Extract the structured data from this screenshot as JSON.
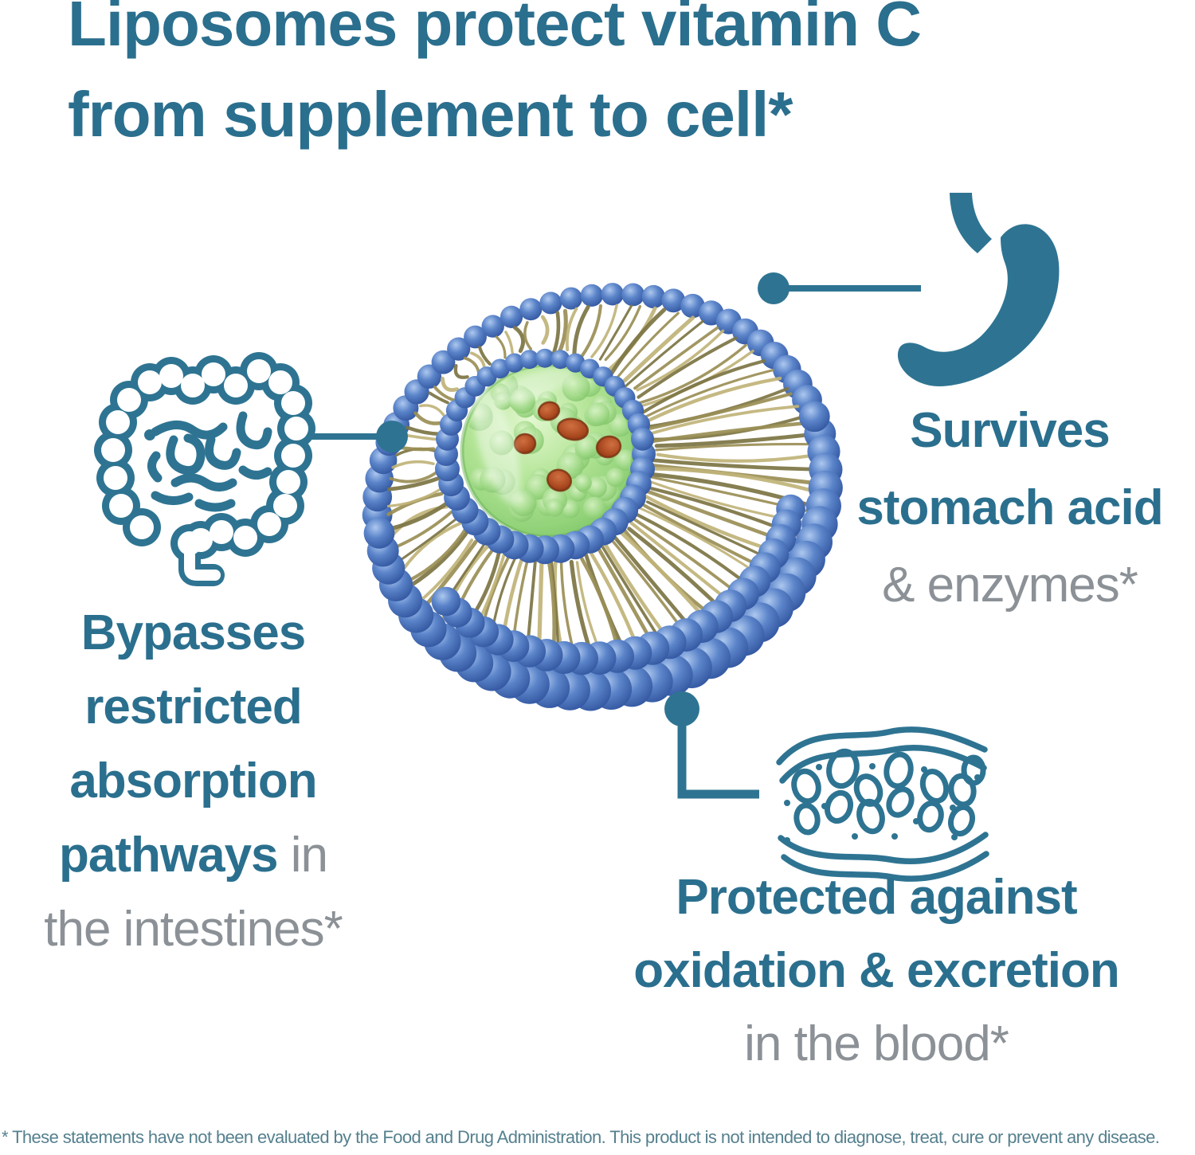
{
  "title": {
    "line1": "Liposomes protect vitamin C",
    "line2": "from supplement to cell*"
  },
  "callouts": {
    "stomach": {
      "icon": "stomach-icon",
      "heading_line1": "Survives",
      "heading_line2": "stomach acid",
      "subtext": "& enzymes*"
    },
    "intestines": {
      "icon": "intestines-icon",
      "heading_line1": "Bypasses",
      "heading_line2": "restricted",
      "heading_line3": "absorption",
      "heading_line4_bold": "pathways",
      "heading_line4_gray": " in",
      "subtext": "the intestines*"
    },
    "blood": {
      "icon": "blood-vessel-icon",
      "heading_line1": "Protected against",
      "heading_line2": "oxidation & excretion",
      "subtext": "in the blood*"
    }
  },
  "footnote": "* These statements have not been evaluated by the Food and Drug Administration. This product is not intended to diagnose, treat, cure or prevent any disease.",
  "colors": {
    "teal_text": "#2b6f8e",
    "teal_icon": "#2e7492",
    "gray_text": "#8b9196",
    "footnote_text": "#55808e",
    "tail_dark": "#7c7443",
    "tail_mid": "#9a8e55",
    "tail_light": "#c0b378",
    "sphere_blue": "#5b84c9",
    "sphere_blue_dark": "#30549e",
    "sphere_blue_light": "#adc8ef",
    "core_green": "#a9e08e",
    "core_green_light": "#e2f7cf",
    "core_green_dark": "#77c061",
    "vitamin_red": "#ab4a20",
    "background": "#ffffff"
  }
}
